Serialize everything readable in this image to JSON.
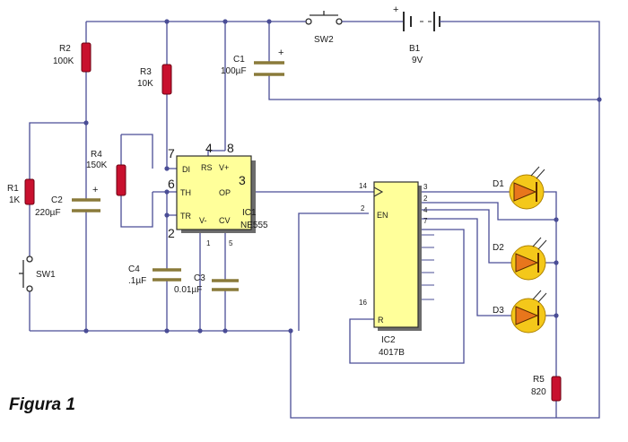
{
  "figure_label": "Figura 1",
  "components": {
    "r1": {
      "ref": "R1",
      "value": "1K"
    },
    "r2": {
      "ref": "R2",
      "value": "100K"
    },
    "r3": {
      "ref": "R3",
      "value": "10K"
    },
    "r4": {
      "ref": "R4",
      "value": "150K"
    },
    "r5": {
      "ref": "R5",
      "value": "820"
    },
    "c1": {
      "ref": "C1",
      "value": "100µF"
    },
    "c2": {
      "ref": "C2",
      "value": "220µF"
    },
    "c3": {
      "ref": "C3",
      "value": "0.01µF"
    },
    "c4": {
      "ref": "C4",
      "value": ".1µF"
    },
    "sw1": {
      "ref": "SW1"
    },
    "sw2": {
      "ref": "SW2"
    },
    "b1": {
      "ref": "B1",
      "value": "9V"
    },
    "d1": {
      "ref": "D1"
    },
    "d2": {
      "ref": "D2"
    },
    "d3": {
      "ref": "D3"
    },
    "ic1": {
      "ref": "IC1",
      "part": "NE555"
    },
    "ic2": {
      "ref": "IC2",
      "part": "4017B"
    }
  },
  "ic1_pins": {
    "dis": "DI",
    "rs": "RS",
    "vplus": "V+",
    "th": "TH",
    "tr": "TR",
    "op": "OP",
    "vminus": "V-",
    "cv": "CV",
    "n7": "7",
    "n4": "4",
    "n8": "8",
    "n6": "6",
    "n2": "2",
    "n3": "3",
    "n1": "1",
    "n5": "5"
  },
  "ic2_pins": {
    "en": "EN",
    "r": "R",
    "n14": "14",
    "n2": "2",
    "n16": "16",
    "n3": "3",
    "n2b": "2",
    "n4": "4",
    "n7": "7"
  },
  "polarity": {
    "plus": "+"
  }
}
